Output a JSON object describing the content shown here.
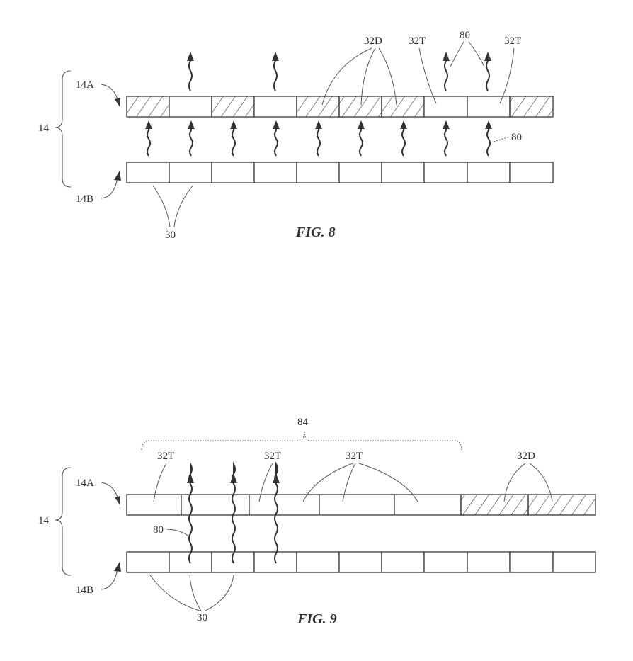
{
  "fig8": {
    "caption": "FIG. 8",
    "labels": {
      "layer_group": "14",
      "upper_layer": "14A",
      "lower_layer": "14B",
      "pixels": "30",
      "dark_regions": "32D",
      "transparent_left": "32T",
      "transparent_right": "32T",
      "light_top": "80",
      "light_side": "80"
    },
    "upper_cells": [
      "D",
      "T",
      "D",
      "T",
      "D",
      "D",
      "D",
      "T",
      "T",
      "D"
    ],
    "lower_cell_count": 10
  },
  "fig9": {
    "caption": "FIG. 9",
    "labels": {
      "layer_group": "14",
      "upper_layer": "14A",
      "lower_layer": "14B",
      "pixels": "30",
      "region": "84",
      "transparent_1": "32T",
      "transparent_2": "32T",
      "transparent_3": "32T",
      "dark_regions": "32D",
      "light": "80"
    },
    "upper_cells": [
      "T",
      "T",
      "T",
      "T",
      "T",
      "D",
      "D"
    ],
    "lower_cell_count": 11
  }
}
